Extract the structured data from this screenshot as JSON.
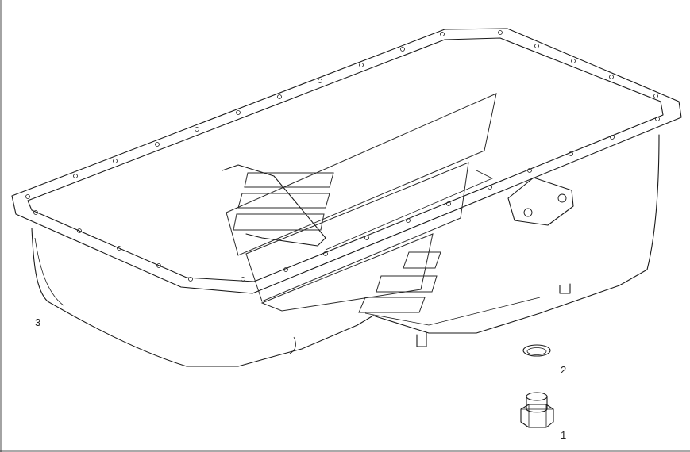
{
  "callouts": {
    "part_1": "1",
    "part_2": "2",
    "part_3": "3"
  },
  "parts": [
    {
      "number": "1",
      "icon": "drain-plug-icon"
    },
    {
      "number": "2",
      "icon": "sealing-ring-icon"
    },
    {
      "number": "3",
      "icon": "oil-pan-icon"
    }
  ],
  "colors": {
    "line": "#1a1a1a",
    "background": "#ffffff"
  }
}
